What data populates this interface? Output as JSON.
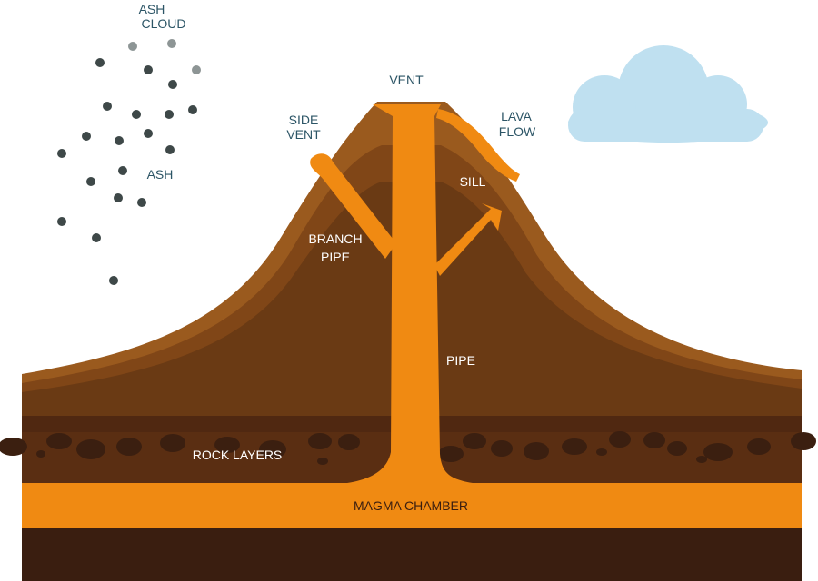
{
  "labels": {
    "ash_cloud_line1": "ASH",
    "ash_cloud_line2": "CLOUD",
    "ash": "ASH",
    "vent": "VENT",
    "side_vent_line1": "SIDE",
    "side_vent_line2": "VENT",
    "lava_flow_line1": "LAVA",
    "lava_flow_line2": "FLOW",
    "sill": "SILL",
    "branch_pipe_line1": "BRANCH",
    "branch_pipe_line2": "PIPE",
    "pipe": "PIPE",
    "rock_layers": "ROCK LAYERS",
    "magma_chamber": "MAGMA CHAMBER"
  },
  "colors": {
    "magma": "#f08a12",
    "outer_slope": "#9a5a1e",
    "mid_layer": "#804617",
    "inner_core": "#6a3a14",
    "rock_band": "#5a2e12",
    "rock_dark": "#3f2210",
    "pebble": "#3b1f10",
    "deep_ground": "#3a1e10",
    "cloud": "#bfe0f0",
    "ash_dark": "#3e4848",
    "ash_light": "#8d9595",
    "label_dark": "#2c5566"
  }
}
